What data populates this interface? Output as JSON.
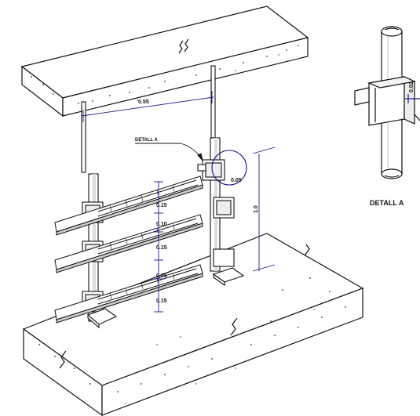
{
  "labels": {
    "detail_callout": "DETALL A",
    "detail_title": "DETALL A"
  },
  "dimensions": {
    "top_span": "0.55",
    "post_height": "1.0",
    "rail_gap_1": "0.15",
    "rail_gap_2": "0.10",
    "rail_gap_3": "0.15",
    "rail_gap_4": "0.05",
    "rail_gap_5": "0.15",
    "clamp_small": "0.05",
    "detail_small": "0.02"
  },
  "colors": {
    "line": "#111111",
    "dimension": "#1a1a8c",
    "concrete_dots": "#333333"
  }
}
